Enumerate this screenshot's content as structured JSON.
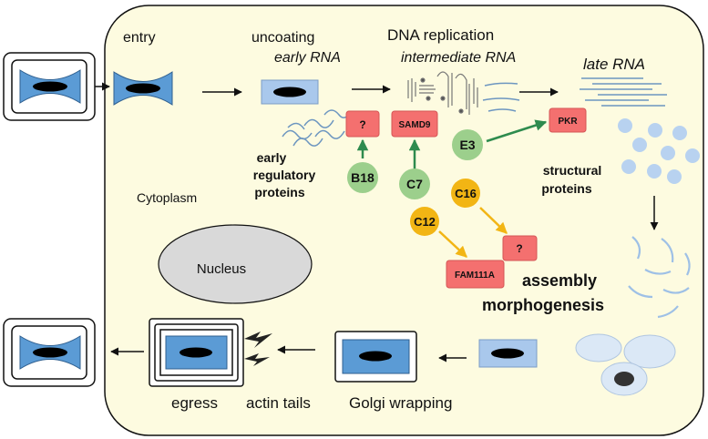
{
  "labels": {
    "entry": "entry",
    "uncoating": "uncoating",
    "early_rna": "early RNA",
    "dna_replication": "DNA replication",
    "intermediate_rna": "intermediate RNA",
    "late_rna": "late RNA",
    "early_regulatory_1": "early",
    "early_regulatory_2": "regulatory",
    "early_regulatory_3": "proteins",
    "structural_1": "structural",
    "structural_2": "proteins",
    "cytoplasm": "Cytoplasm",
    "nucleus": "Nucleus",
    "assembly": "assembly",
    "morphogenesis": "morphogenesis",
    "egress": "egress",
    "actin_tails": "actin tails",
    "golgi_wrapping": "Golgi wrapping"
  },
  "host_factors": {
    "unknown_1": "?",
    "samd9": "SAMD9",
    "pkr": "PKR",
    "unknown_2": "?",
    "fam111a": "FAM111A"
  },
  "viral_proteins": {
    "b18": "B18",
    "c7": "C7",
    "e3": "E3",
    "c16": "C16",
    "c12": "C12"
  },
  "colors": {
    "cell_fill": "#fdfbe0",
    "virion_blue": "#5b9bd5",
    "core_light_blue": "#a9c8ec",
    "host_factor_red": "#f4706f",
    "inhibitor_green": "#9ccf8c",
    "green_arrow": "#2e8b4e",
    "promoter_orange": "#f2b514",
    "nucleus_gray": "#d9d9d9"
  }
}
